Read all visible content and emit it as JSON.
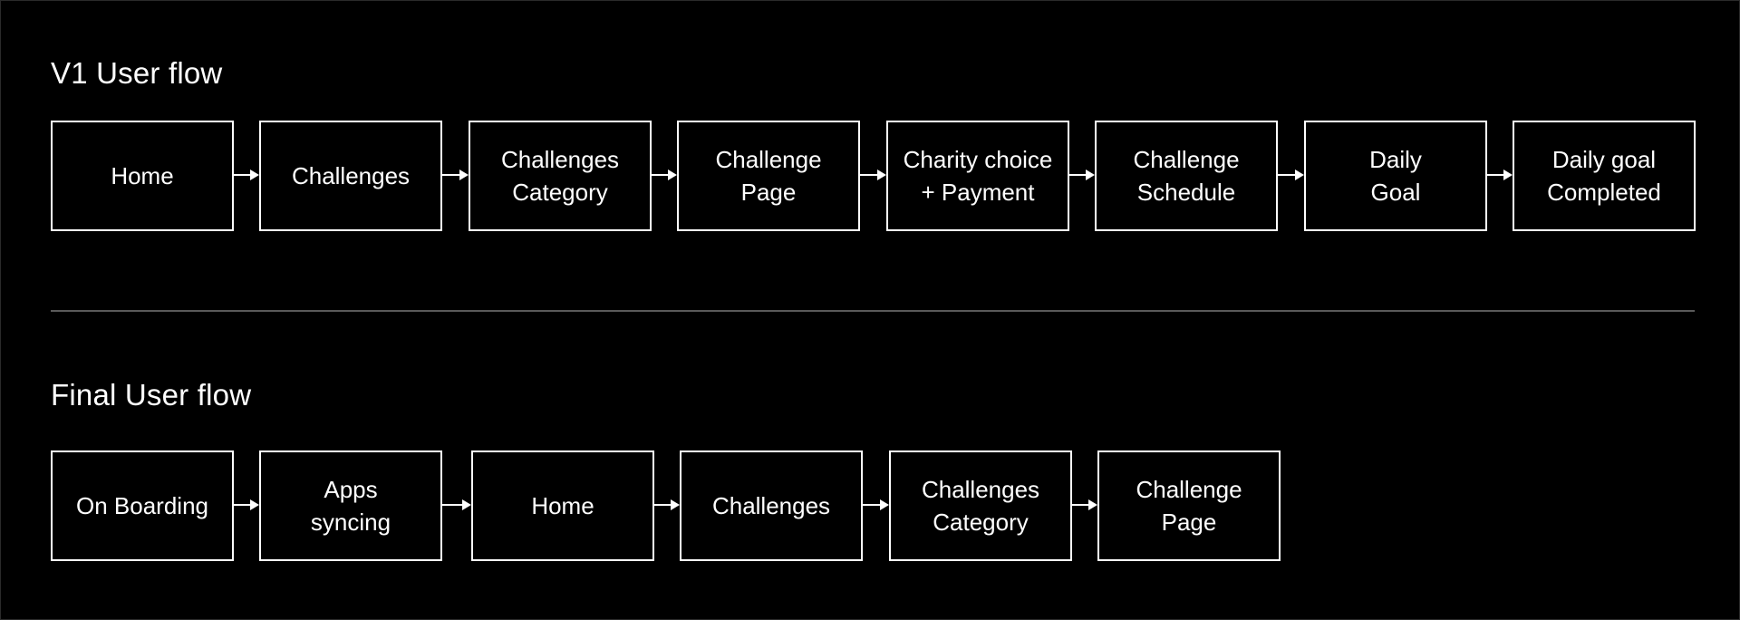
{
  "v1": {
    "title": "V1 User flow",
    "steps": [
      "Home",
      "Challenges",
      "Challenges\nCategory",
      "Challenge\nPage",
      "Charity choice\n+ Payment",
      "Challenge\nSchedule",
      "Daily\nGoal",
      "Daily goal\nCompleted"
    ]
  },
  "final": {
    "title": "Final User flow",
    "steps": [
      "On Boarding",
      "Apps\nsyncing",
      "Home",
      "Challenges",
      "Challenges\nCategory",
      "Challenge\nPage"
    ]
  },
  "colors": {
    "background": "#000000",
    "stroke": "#ffffff",
    "divider": "#5a5a5a"
  }
}
